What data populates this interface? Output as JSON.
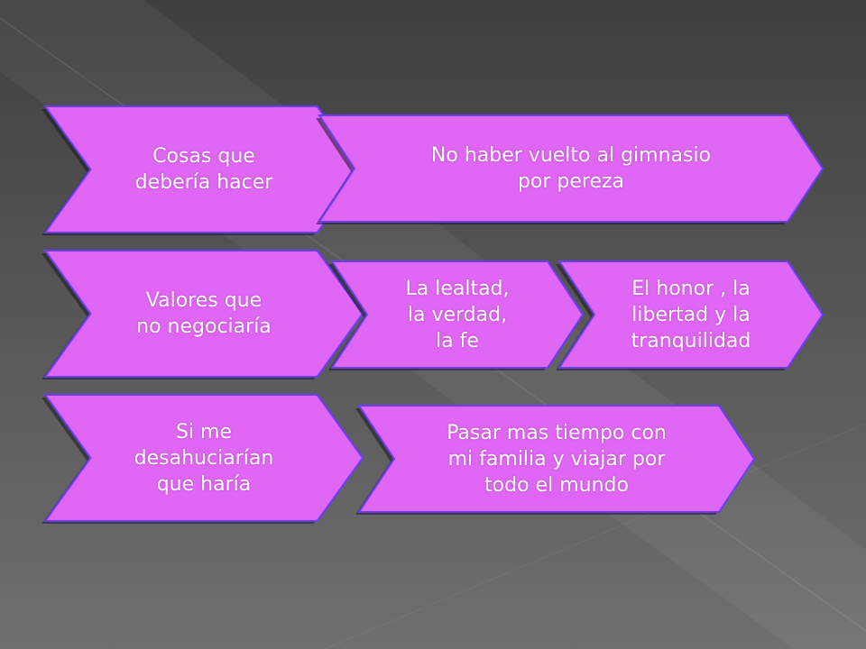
{
  "colors": {
    "shape_fill": "#e066f5",
    "shape_stroke": "#6b3cff",
    "shadow": "#1a1a1a",
    "text": "#ffffff"
  },
  "rows": [
    {
      "category": "Cosas que\ndebería hacer",
      "items": [
        "No haber vuelto al gimnasio\npor pereza"
      ]
    },
    {
      "category": "Valores que\nno negociaría",
      "items": [
        "La lealtad,\nla verdad,\nla fe",
        "El honor , la\nlibertad y la\ntranquilidad"
      ]
    },
    {
      "category": "Si me\ndesahuciarían\nque haría",
      "items": [
        "Pasar mas tiempo con\nmi familia y viajar por\ntodo el mundo"
      ]
    }
  ]
}
